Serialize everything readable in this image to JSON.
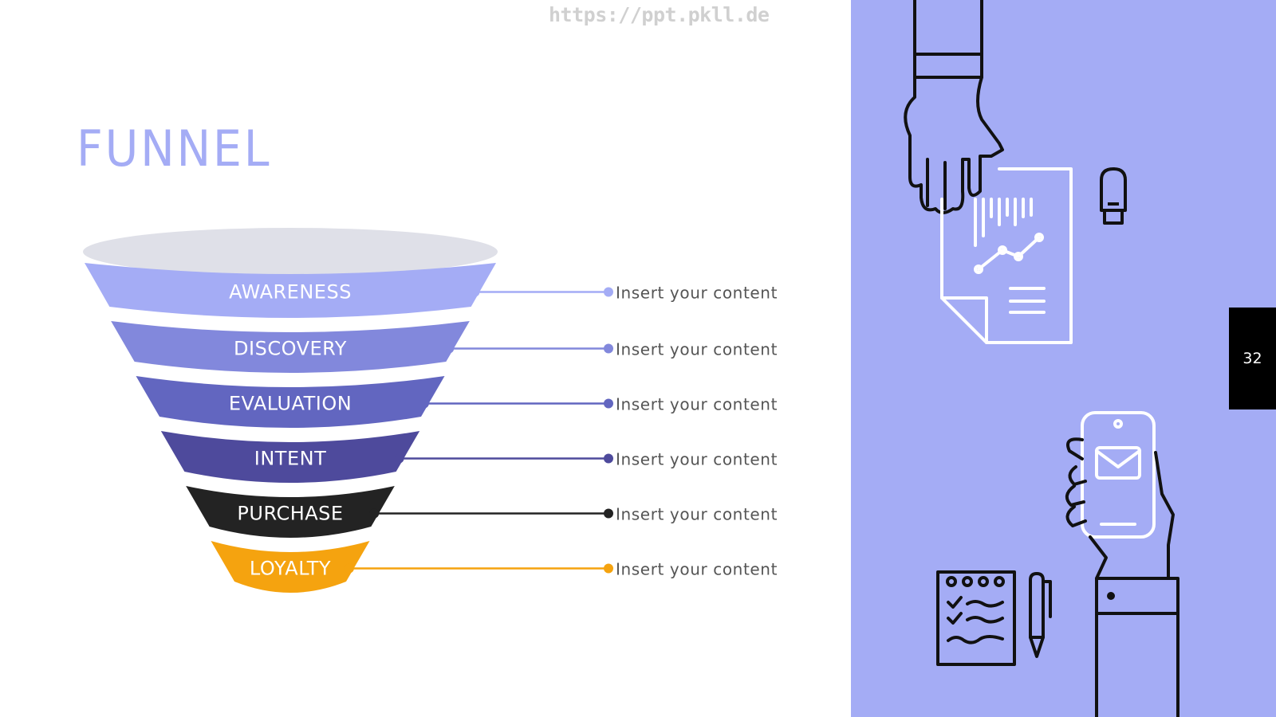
{
  "watermark": "https://ppt.pkll.de",
  "title": "FUNNEL",
  "page_number": "32",
  "colors": {
    "accent": "#a4acf5",
    "panel": "#a4acf5",
    "funnel_top": "#dfe0e8"
  },
  "stages": [
    {
      "label": "AWARENESS",
      "text": "Insert your content",
      "color": "#a4acf5"
    },
    {
      "label": "DISCOVERY",
      "text": "Insert your content",
      "color": "#8288dc"
    },
    {
      "label": "EVALUATION",
      "text": "Insert your content",
      "color": "#6266c0"
    },
    {
      "label": "INTENT",
      "text": "Insert your content",
      "color": "#4e4a9c"
    },
    {
      "label": "PURCHASE",
      "text": "Insert your content",
      "color": "#232323"
    },
    {
      "label": "LOYALTY",
      "text": "Insert your content",
      "color": "#f5a30f"
    }
  ],
  "icons": {
    "top_hand": "hand-pointing-icon",
    "document": "report-document-icon",
    "usb": "usb-drive-icon",
    "phone": "phone-in-hand-icon",
    "notepad": "checklist-notepad-icon",
    "pen": "pen-icon"
  }
}
